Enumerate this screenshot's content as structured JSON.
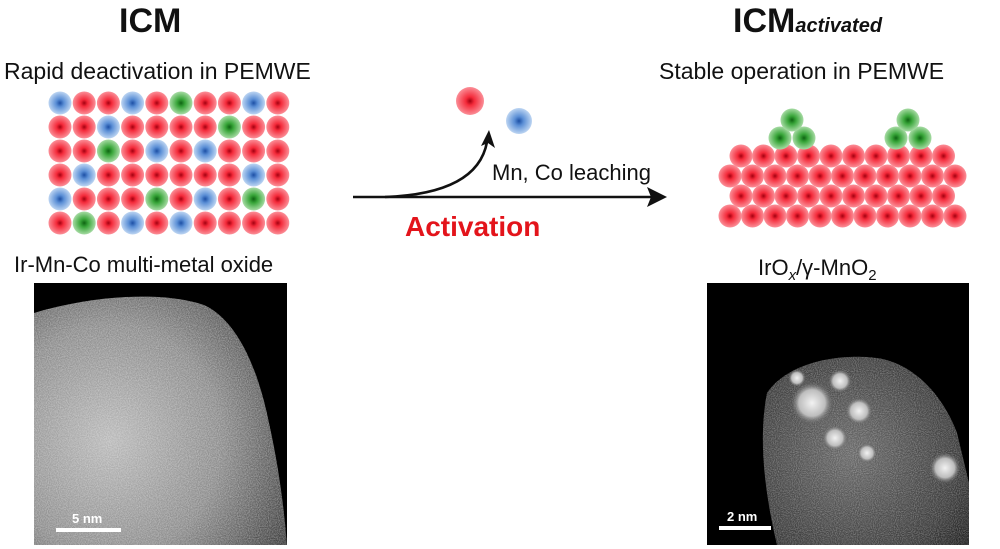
{
  "left": {
    "title": "ICM",
    "subtitle": "Rapid deactivation in PEMWE",
    "material_label": "Ir-Mn-Co multi-metal oxide",
    "scale_label": "5 nm"
  },
  "right": {
    "title_main": "ICM",
    "title_sub": "activated",
    "subtitle": "Stable operation in PEMWE",
    "material": {
      "p1": "IrO",
      "s1": "x",
      "p2": "/γ-MnO",
      "s2": "2"
    },
    "scale_label": "2 nm"
  },
  "center": {
    "leaching_label": "Mn, Co leaching",
    "activation_label": "Activation"
  },
  "colors": {
    "ir": "#e8282d",
    "mn": "#5b8fd6",
    "co": "#39a63a",
    "activation_text": "#e3141b",
    "arrow": "#111111"
  }
}
